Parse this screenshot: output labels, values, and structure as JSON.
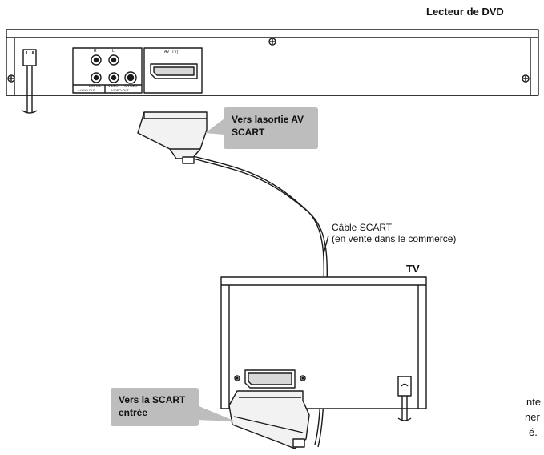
{
  "dvd_player": {
    "title": "Lecteur de DVD",
    "panel_labels": {
      "audio_r": "R",
      "audio_l": "L",
      "digital": "DIGITAL",
      "video": "VIDEO",
      "s_video": "S-VIDEO",
      "audio_out": "AUDIO OUT",
      "video_out": "VIDEO OUT",
      "av_tv": "AV (TV)"
    }
  },
  "callouts": {
    "dvd_side": "Vers lasortie AV\nSCART",
    "tv_side": "Vers la SCART\nentrée"
  },
  "cable": {
    "label": "Câble SCART",
    "note": "(en vente dans le commerce)"
  },
  "tv": {
    "title": "TV"
  },
  "partial_text": {
    "line1": "nte",
    "line2": "ner",
    "line3": "é."
  },
  "colors": {
    "line": "#1a1a1a",
    "callout_fill": "#bdbdbd",
    "plug_fill": "#f2f2f2"
  },
  "icons": [
    "screw-icon",
    "rca-jack-icon",
    "s-video-jack-icon",
    "scart-socket-icon",
    "scart-plug-icon",
    "power-cord-icon"
  ]
}
